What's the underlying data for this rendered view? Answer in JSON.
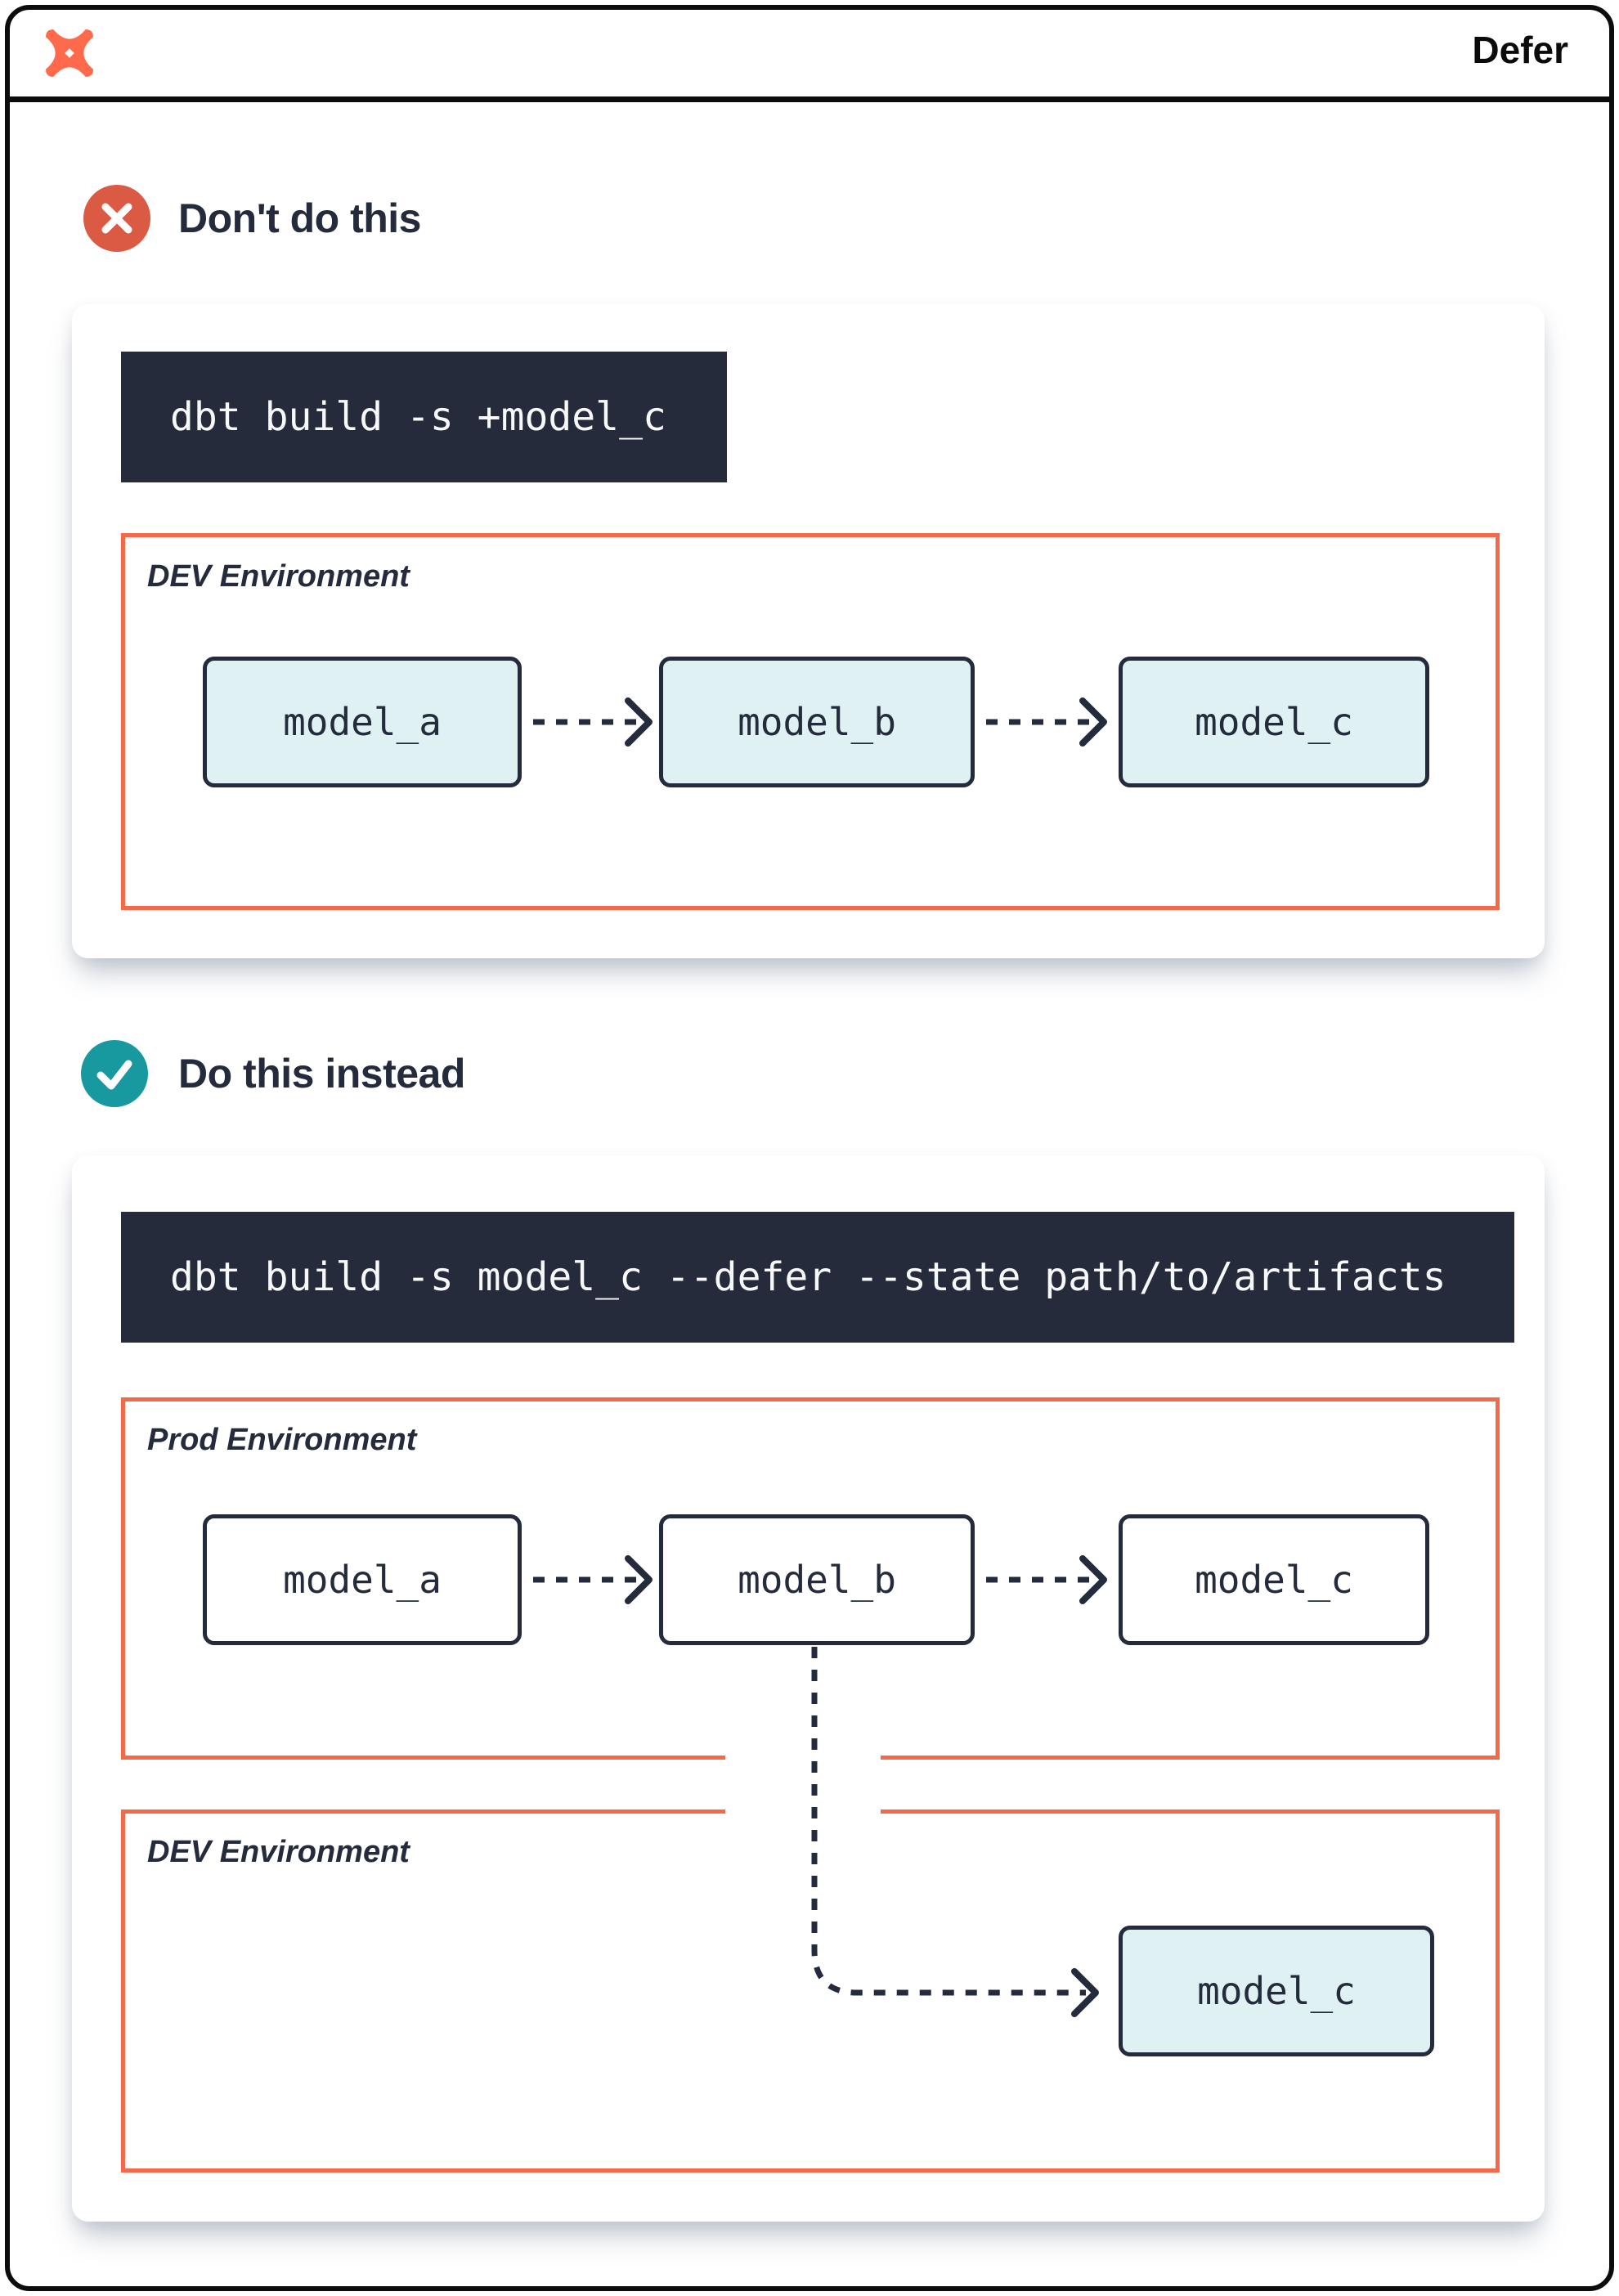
{
  "header": {
    "title": "Defer",
    "logo": "dbt-logo"
  },
  "colors": {
    "accent_orange": "#F5694A",
    "logo_orange": "#FF6A4C",
    "navy": "#242B3C",
    "code_background": "#252B3B",
    "success_teal": "#18999F",
    "error_red": "#DB5A44",
    "model_fill_teal": "#DFF1F2"
  },
  "dont_section": {
    "heading": "Don't do this",
    "command": "dbt build -s +model_c",
    "environment": {
      "label": "DEV Environment",
      "models": [
        "model_a",
        "model_b",
        "model_c"
      ]
    }
  },
  "do_section": {
    "heading": "Do this instead",
    "command": "dbt build -s model_c --defer --state path/to/artifacts",
    "prod_environment": {
      "label": "Prod Environment",
      "models": [
        "model_a",
        "model_b",
        "model_c"
      ]
    },
    "dev_environment": {
      "label": "DEV Environment",
      "models": [
        "model_c"
      ]
    }
  }
}
